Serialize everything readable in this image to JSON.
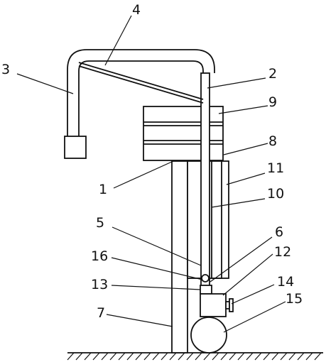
{
  "diagram": {
    "labels": [
      "1",
      "2",
      "3",
      "4",
      "5",
      "6",
      "7",
      "8",
      "9",
      "10",
      "11",
      "12",
      "13",
      "14",
      "15",
      "16"
    ]
  },
  "colors": {
    "stroke": "#111111",
    "background": "#ffffff"
  }
}
